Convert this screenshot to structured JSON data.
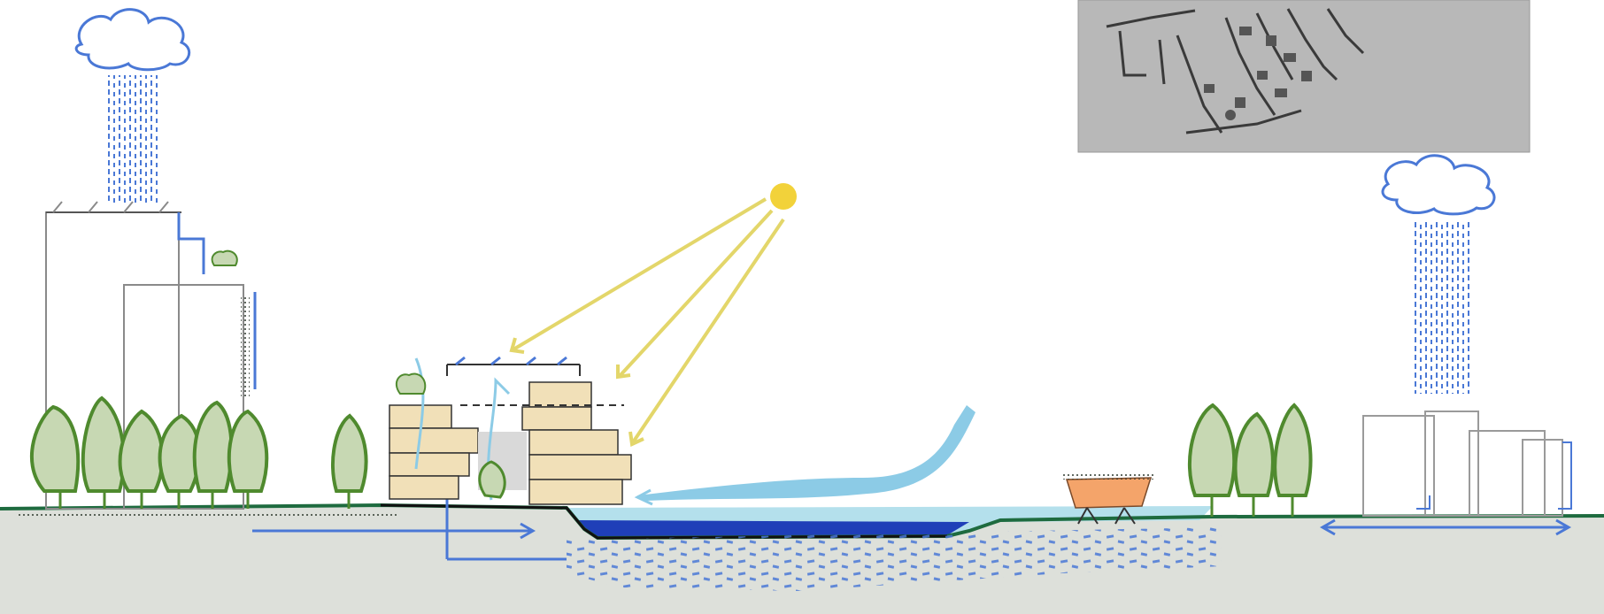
{
  "title": "",
  "scene": {
    "elements": [
      "rain-cloud-left",
      "rain-cloud-right",
      "sun",
      "sun-rays",
      "buildings-left",
      "stacked-building-center",
      "pavilion-orange",
      "buildings-right",
      "trees-left",
      "trees-right",
      "water-basin",
      "groundwater-infiltration",
      "wind-flow",
      "site-plan-inset"
    ],
    "colors": {
      "ground": "#dde0da",
      "ground_line": "#1e6b3f",
      "tree_fill": "#c7d8b3",
      "tree_stroke": "#4f8a2e",
      "water_light": "#b4e0ec",
      "water_deep": "#1f3fb8",
      "rain": "#4a78d6",
      "sun": "#f2d23a",
      "sun_ray": "#e3d66a",
      "wind": "#8ccbe6",
      "building_fill": "#f1e0b8",
      "pavilion_fill": "#f4a46a",
      "inset_bg": "#b8b8b8"
    }
  }
}
